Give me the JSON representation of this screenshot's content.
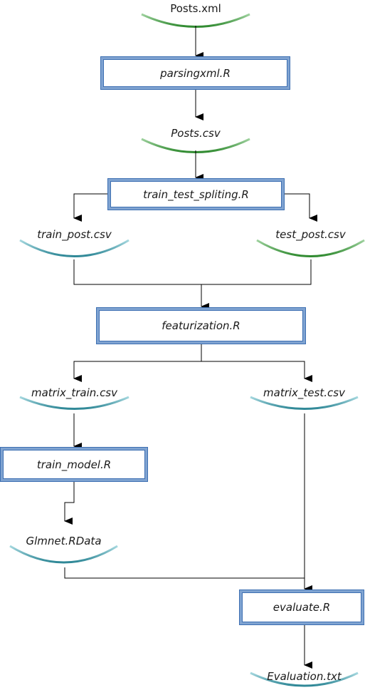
{
  "nodes": {
    "posts_xml": "Posts.xml",
    "parsingxml_r": "parsingxml.R",
    "posts_csv": "Posts.csv",
    "train_test_spliting_r": "train_test_spliting.R",
    "train_post_csv": "train_post.csv",
    "test_post_csv": "test_post.csv",
    "featurization_r": "featurization.R",
    "matrix_train_csv": "matrix_train.csv",
    "matrix_test_csv": "matrix_test.csv",
    "train_model_r": "train_model.R",
    "glmnet_rdata": "Glmnet.RData",
    "evaluate_r": "evaluate.R",
    "evaluation_txt": "Evaluation.txt"
  },
  "colors": {
    "file_green": "#3a9a3a",
    "file_teal": "#3a9aa8",
    "box_border": "#3d6fb2",
    "box_border_light": "#7fa3d1",
    "connector": "#000000"
  }
}
